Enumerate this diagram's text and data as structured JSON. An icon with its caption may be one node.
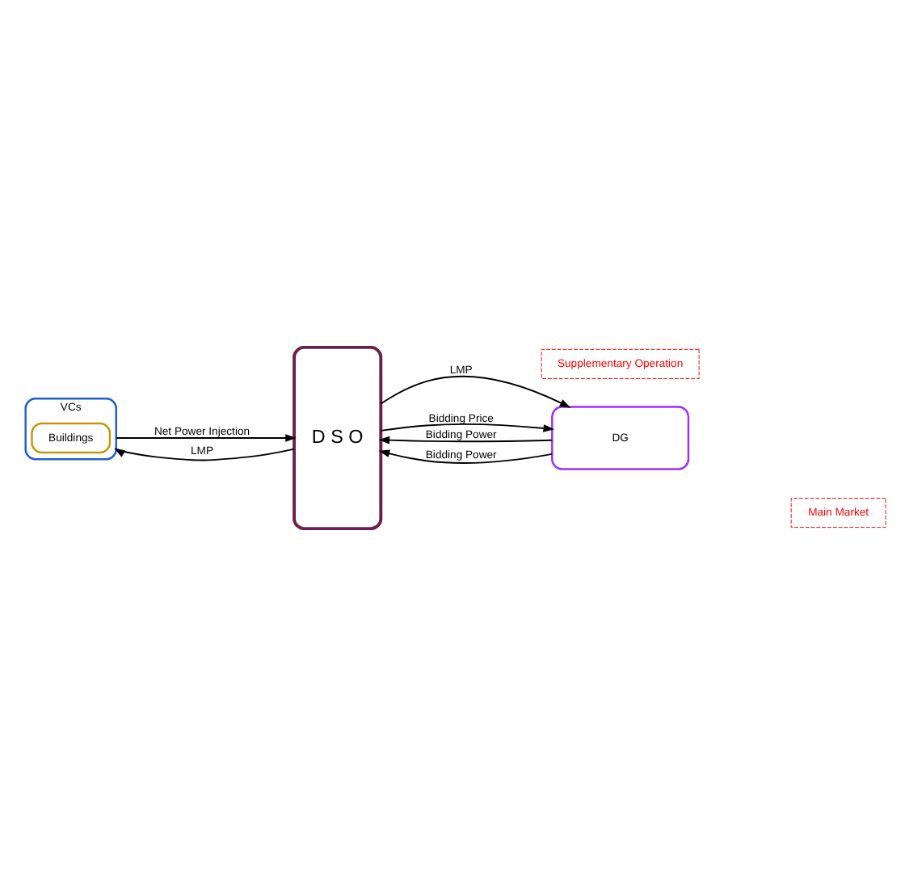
{
  "diagram": {
    "nodes": [
      {
        "text": [
          "VCs"
        ]
      },
      {
        "text": [
          "Buildings"
        ],
        "in": 0
      },
      {
        "text": [
          "D S O"
        ]
      },
      {
        "text": [
          "DG"
        ]
      },
      {
        "text": [
          "Main Market"
        ]
      },
      {
        "text": [
          "Supplementary Operation"
        ]
      }
    ],
    "edges": [
      {
        "from": 0,
        "to": 2,
        "arrow": "to",
        "label": "Net Power Injection"
      },
      {
        "from": 2,
        "to": 0,
        "arrow": "to",
        "label": "LMP"
      },
      {
        "from": 3,
        "to": 2,
        "arrow": "to",
        "label": "Bidding Power"
      },
      {
        "from": 2,
        "to": 3,
        "arrow": "to",
        "label": "LMP"
      },
      {
        "from": 3,
        "to": 2,
        "arrow": "to",
        "label": "Bidding Power"
      },
      {
        "from": 2,
        "to": 3,
        "arrow": "to",
        "label": "Bidding Price"
      }
    ]
  }
}
